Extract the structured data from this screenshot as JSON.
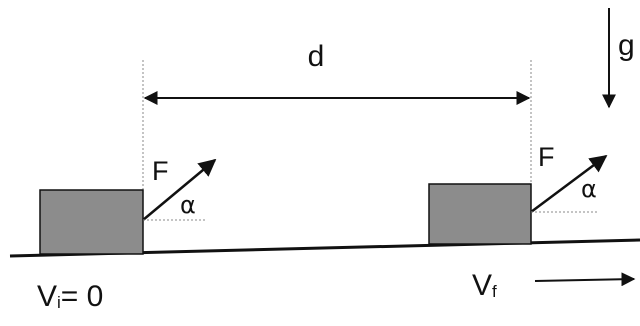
{
  "diagram": {
    "labels": {
      "distance": "d",
      "gravity": "g",
      "force_left": "F",
      "angle_left": "α",
      "force_right": "F",
      "angle_right": "α",
      "vi_symbol": "V",
      "vi_subscript": "i",
      "vi_equation": "= 0",
      "vf_symbol": "V",
      "vf_subscript": "f"
    },
    "colors": {
      "block_fill": "#8c8c8c",
      "stroke": "#111111",
      "guide": "#888888",
      "background": "#ffffff"
    }
  }
}
